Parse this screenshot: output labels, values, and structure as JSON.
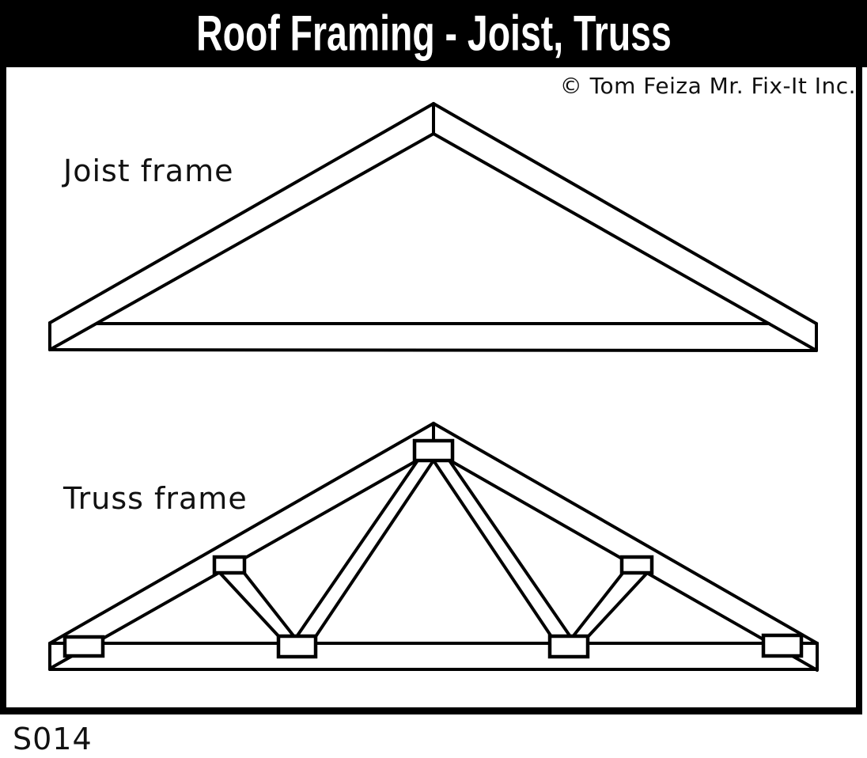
{
  "title": "Roof Framing - Joist, Truss",
  "copyright": "© Tom Feiza Mr. Fix-It Inc.",
  "diagrams": {
    "joist": {
      "label": "Joist frame"
    },
    "truss": {
      "label": "Truss frame"
    }
  },
  "footer": {
    "code": "S014"
  },
  "colors": {
    "ink": "#000000",
    "paper": "#ffffff",
    "title_bg": "#000000",
    "title_fg": "#ffffff"
  }
}
